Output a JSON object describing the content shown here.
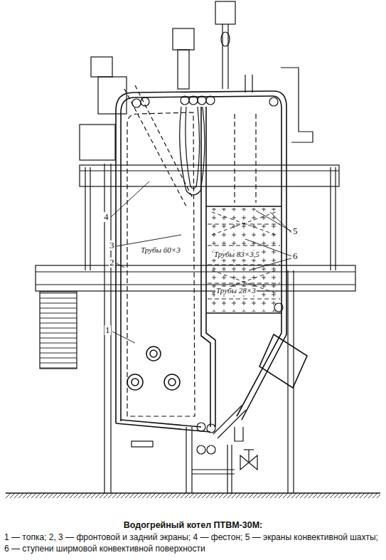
{
  "diagram": {
    "title": "Водогрейный котел ПТВМ-30М:",
    "caption": "1 — топка; 2, 3 — фронтовой и задний экраны; 4 — фестон; 5 — экраны конвективной шахты; 6 — ступени ширмовой конвективной поверхности",
    "labels": [
      "5",
      "4",
      "3",
      "Трубы 60×3",
      "Трубы 83×3,5",
      "6",
      "2",
      "Трубы 28×3",
      "1"
    ]
  }
}
